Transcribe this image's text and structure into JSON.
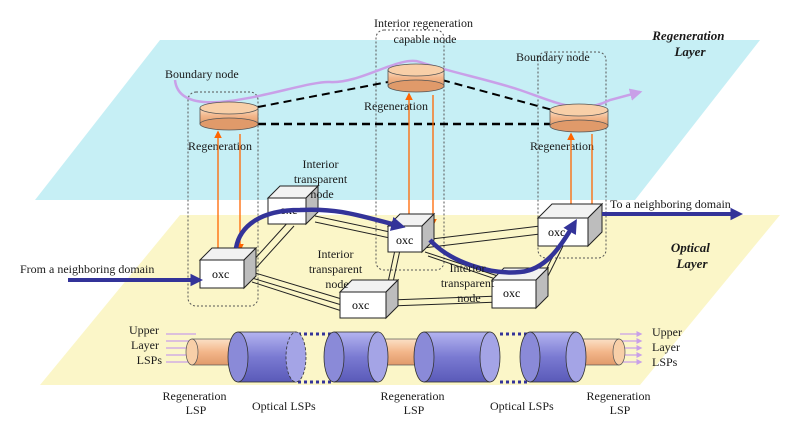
{
  "layers": {
    "regeneration": "Regeneration\nLayer",
    "optical": "Optical\nLayer"
  },
  "labels": {
    "interior_regen_capable": "Interior regeneration\ncapable node",
    "boundary_left": "Boundary node",
    "boundary_right": "Boundary node",
    "regen_top": "Regeneration",
    "regen_left": "Regeneration",
    "regen_right": "Regeneration",
    "interior_transparent_1": "Interior\ntransparent\nnode",
    "interior_transparent_2": "Interior\ntransparent\nnode",
    "interior_transparent_3": "Interior\ntransparent\nnode",
    "from_domain": "From a neighboring domain",
    "to_domain": "To a neighboring domain",
    "oxc": "oxc"
  },
  "legend": {
    "upper_left": "Upper\nLayer\nLSPs",
    "upper_right": "Upper\nLayer\nLSPs",
    "regen_lsp_1": "Regeneration\nLSP",
    "optical_lsps_1": "Optical LSPs",
    "regen_lsp_2": "Regeneration\nLSP",
    "optical_lsps_2": "Optical LSPs",
    "regen_lsp_3": "Regeneration\nLSP"
  },
  "colors": {
    "regen_plane": "#c6eff5",
    "optical_plane": "#fbf6c8",
    "regen_cyl": "#f5c39a",
    "path": "#333399",
    "arrow_orange": "#ff6600",
    "upper_lsp": "#c9a0e8",
    "optical_cyl": "#8a8ad8"
  }
}
